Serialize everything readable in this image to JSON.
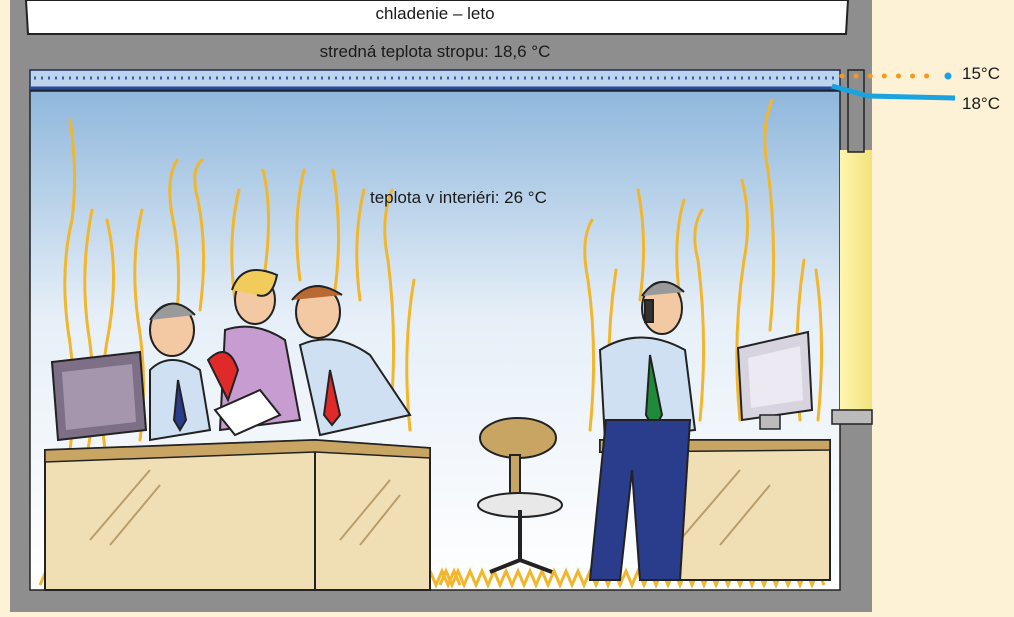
{
  "diagram": {
    "mode_title": "chladenie – leto",
    "ceiling_mean_temp": "stredná teplota stropu: 18,6 °C",
    "interior_temp": "teplota v interiéri: 26 °C",
    "supply_temp": "15°C",
    "return_temp": "18°C"
  },
  "colors": {
    "frame": "#8e8e8e",
    "panel_bg": "#fdf1d6",
    "ceiling_pipe": "#3a5ea8",
    "supply_dots": "#f29a1e",
    "return_line": "#1aa3df",
    "heat_flames": "#f2b62c",
    "desk": "#f0dfb4"
  },
  "icons": [
    "heat-waves-icon",
    "person-icon",
    "monitor-icon",
    "chair-icon",
    "desk-icon",
    "phone-icon"
  ]
}
